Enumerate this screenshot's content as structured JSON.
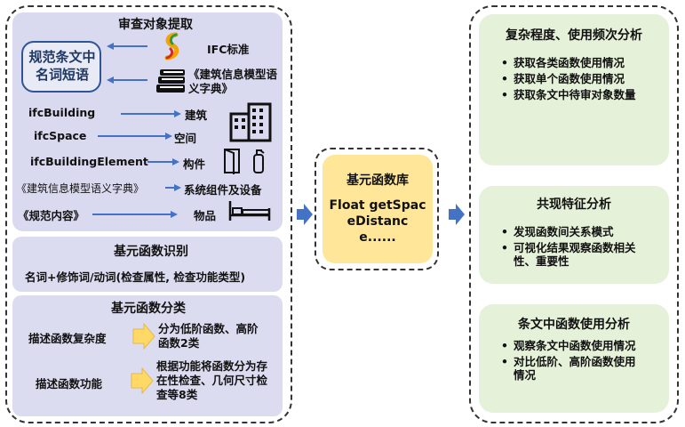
{
  "left": {
    "extraction": {
      "title": "审查对象提取",
      "center_label": "规范条文中名词短语",
      "ifc_label": "IFC标准",
      "dict_label": "《建筑信息模型语义字典》",
      "rows": [
        {
          "left": "ifcBuilding",
          "right": "建筑"
        },
        {
          "left": "ifcSpace",
          "right": "空间"
        },
        {
          "left": "ifcBuildingElement",
          "right": "构件"
        },
        {
          "left": "《建筑信息模型语义字典》",
          "right": "系统组件及设备"
        },
        {
          "left": "《规范内容》",
          "right": "物品"
        }
      ]
    },
    "recognition": {
      "title": "基元函数识别",
      "text": "名词+修饰词/动词(检查属性, 检查功能类型)"
    },
    "classification": {
      "title": "基元函数分类",
      "rows": [
        {
          "label": "描述函数复杂度",
          "result": "分为低阶函数、高阶函数2类"
        },
        {
          "label": "描述函数功能",
          "result": "根据功能将函数分为存在性检查、几何尺寸检查等8类"
        }
      ]
    }
  },
  "middle": {
    "title": "基元函数库",
    "text": "Float getSpaceDistance......"
  },
  "right": {
    "panels": [
      {
        "title": "复杂程度、使用频次分析",
        "items": [
          "获取各类函数使用情况",
          "获取单个函数使用情况",
          "获取条文中待审对象数量"
        ]
      },
      {
        "title": "共现特征分析",
        "items": [
          "发现函数间关系模式",
          "可视化结果观察函数相关性、重要性"
        ]
      },
      {
        "title": "条文中函数使用分析",
        "items": [
          "观察条文中函数使用情况",
          "对比低阶、高阶函数使用情况"
        ]
      }
    ]
  },
  "colors": {
    "lavender": "#d9d9ef",
    "yellow": "#ffe699",
    "green": "#e6f1d9",
    "arrow": "#4472c4"
  }
}
